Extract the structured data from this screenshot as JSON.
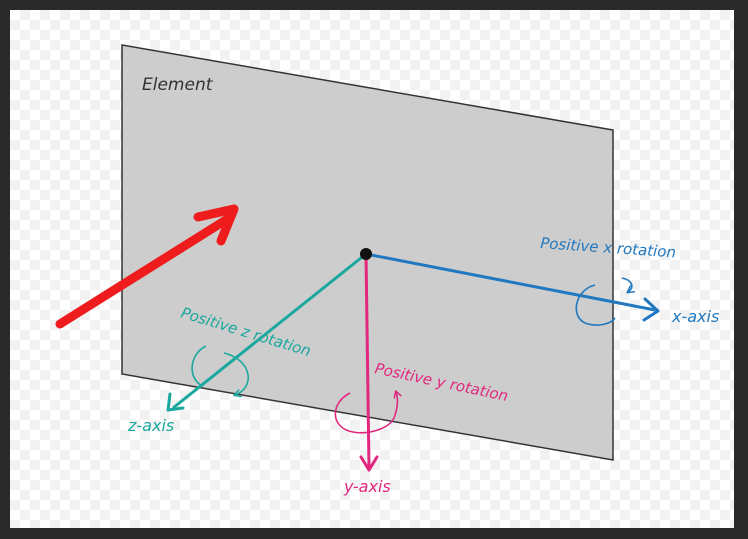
{
  "element_label": "Element",
  "colors": {
    "plane_fill": "#cdcdcd",
    "plane_stroke": "#333333",
    "pointer_arrow": "#ee1c1c",
    "x_axis": "#1f78c0",
    "y_axis": "#e2277e",
    "z_axis": "#1aa79e",
    "origin": "#111111"
  },
  "axes": {
    "x": {
      "label": "x-axis",
      "rotation_label": "Positive x rotation"
    },
    "y": {
      "label": "y-axis",
      "rotation_label": "Positive y rotation"
    },
    "z": {
      "label": "z-axis",
      "rotation_label": "Positive z rotation"
    }
  },
  "icons": {
    "pointer": "arrow-icon",
    "origin": "dot-icon",
    "rotation": "curved-rotation-arrow-icon"
  }
}
